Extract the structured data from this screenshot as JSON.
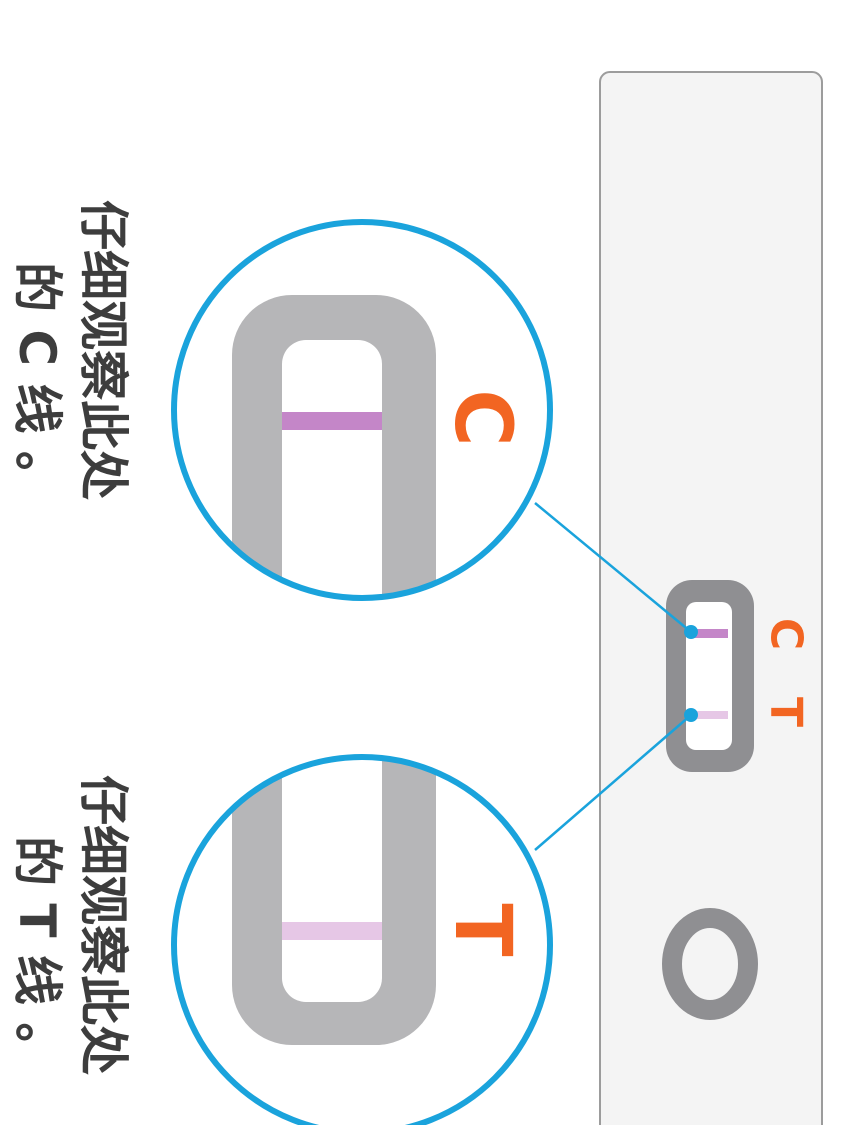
{
  "colors": {
    "background": "#ffffff",
    "cassette_fill": "#f4f4f4",
    "cassette_border": "#9c9c9c",
    "strip_frame": "#8f8f92",
    "zoom_frame": "#b6b6b8",
    "window_fill": "#ffffff",
    "circle_outline": "#1aa3dc",
    "connector": "#1aa3dc",
    "c_line": "#c486c8",
    "t_line": "#e6c7e6",
    "letter": "#f26522",
    "text": "#3d3d3d"
  },
  "labels": {
    "c_annotation_line1": "仔细观察此处",
    "c_annotation_line2": "的 C 线 。",
    "t_annotation_line1": "仔细观察此处",
    "t_annotation_line2": "的 T 线 。",
    "c_zoom_letter": "C",
    "t_zoom_letter": "T",
    "strip_c_letter": "C",
    "strip_t_letter": "T"
  }
}
